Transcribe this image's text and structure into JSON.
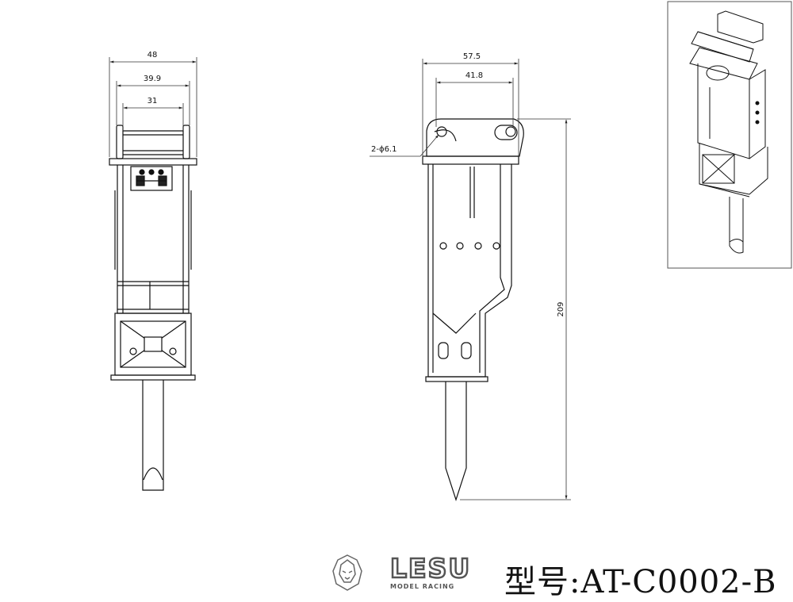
{
  "dimensions": {
    "front_width_outer": "48",
    "front_width_mid": "39.9",
    "front_width_inner": "31",
    "side_width_outer": "57.5",
    "side_width_inner": "41.8",
    "hole_callout": "2-ϕ6.1",
    "total_height": "209"
  },
  "branding": {
    "brand_name": "LESU",
    "brand_subtitle": "MODEL RACING",
    "model_label": "型号:AT-C0002-B"
  },
  "colors": {
    "line": "#111111",
    "dim_line": "#333333",
    "frame": "#555555"
  }
}
